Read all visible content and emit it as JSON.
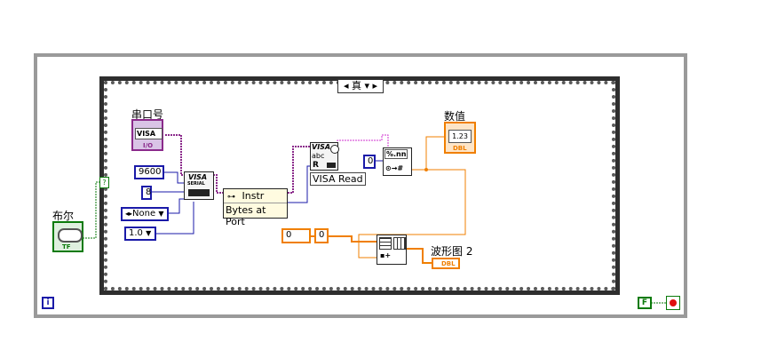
{
  "case_structure": {
    "selector_value": "真"
  },
  "controls": {
    "serial_port": {
      "label": "串口号",
      "value": "VISA",
      "footer": "I/O"
    },
    "boolean": {
      "label": "布尔",
      "footer": "TF"
    }
  },
  "indicators": {
    "numeric": {
      "label": "数值",
      "value": "1.23",
      "footer": "DBL"
    },
    "waveform": {
      "label": "波形图 2",
      "footer": "DBL"
    }
  },
  "constants": {
    "baud": "9600",
    "data_bits": "8",
    "parity": "None",
    "stop_bits": "1.0",
    "offset_zero": "0",
    "array_index": "0",
    "array_value": "0"
  },
  "nodes": {
    "visa_serial": {
      "title": "VISA",
      "subtitle": "SERIAL"
    },
    "property_node": {
      "class": "Instr",
      "property": "Bytes at Port"
    },
    "visa_read": {
      "title": "VISA",
      "text": "abc",
      "mode": "R",
      "caption": "VISA Read"
    },
    "scan_from_string": {
      "title": "%.nn"
    }
  },
  "loop_terminals": {
    "iteration": "i",
    "stop_const": "F",
    "tunnel": "?"
  },
  "colors": {
    "visa_wire": "#8b2a8b",
    "numeric_int": "#1a1aa8",
    "numeric_dbl": "#f07f00",
    "boolean": "#0a7a0a"
  }
}
